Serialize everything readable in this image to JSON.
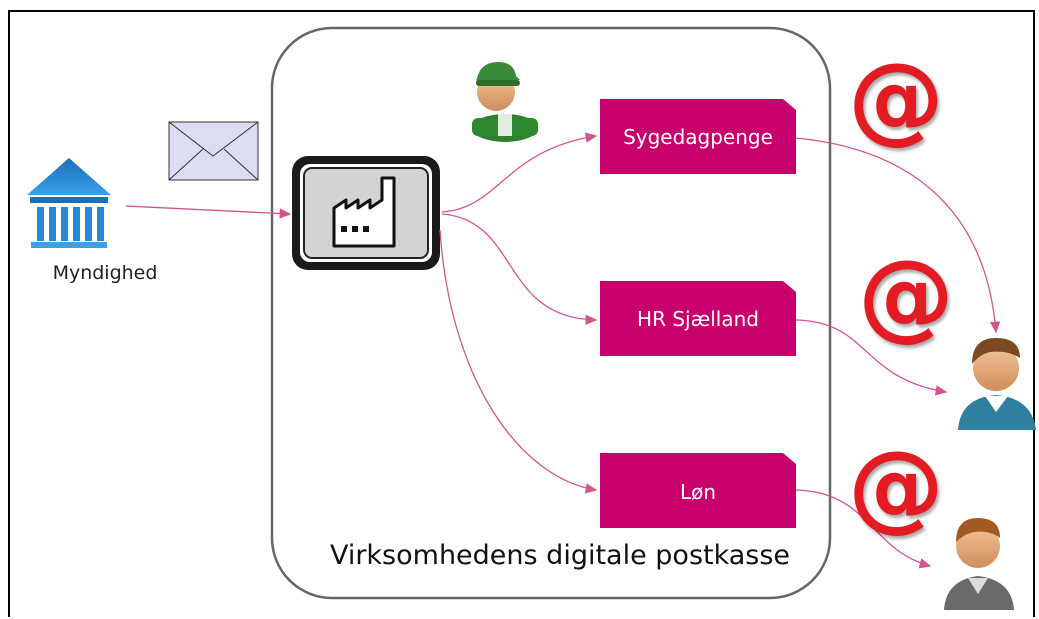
{
  "authority": {
    "label": "Myndighed",
    "icon": "government-building-icon"
  },
  "envelope": {
    "icon": "envelope-icon"
  },
  "factory": {
    "icon": "factory-icon"
  },
  "operator": {
    "icon": "worker-avatar-icon"
  },
  "mailbox": {
    "label": "Virksomhedens digitale postkasse"
  },
  "folders": [
    {
      "label": "Sygedagpenge"
    },
    {
      "label": "HR Sjælland"
    },
    {
      "label": "Løn"
    }
  ],
  "email_symbols": [
    "@",
    "@",
    "@"
  ],
  "recipients": [
    {
      "icon": "employee-avatar-icon"
    },
    {
      "icon": "employee-avatar-icon"
    }
  ],
  "colors": {
    "folder_fill": "#c8006e",
    "arrow": "#d4548e",
    "at_symbol": "#e31b23",
    "building": "#0a73c6"
  }
}
